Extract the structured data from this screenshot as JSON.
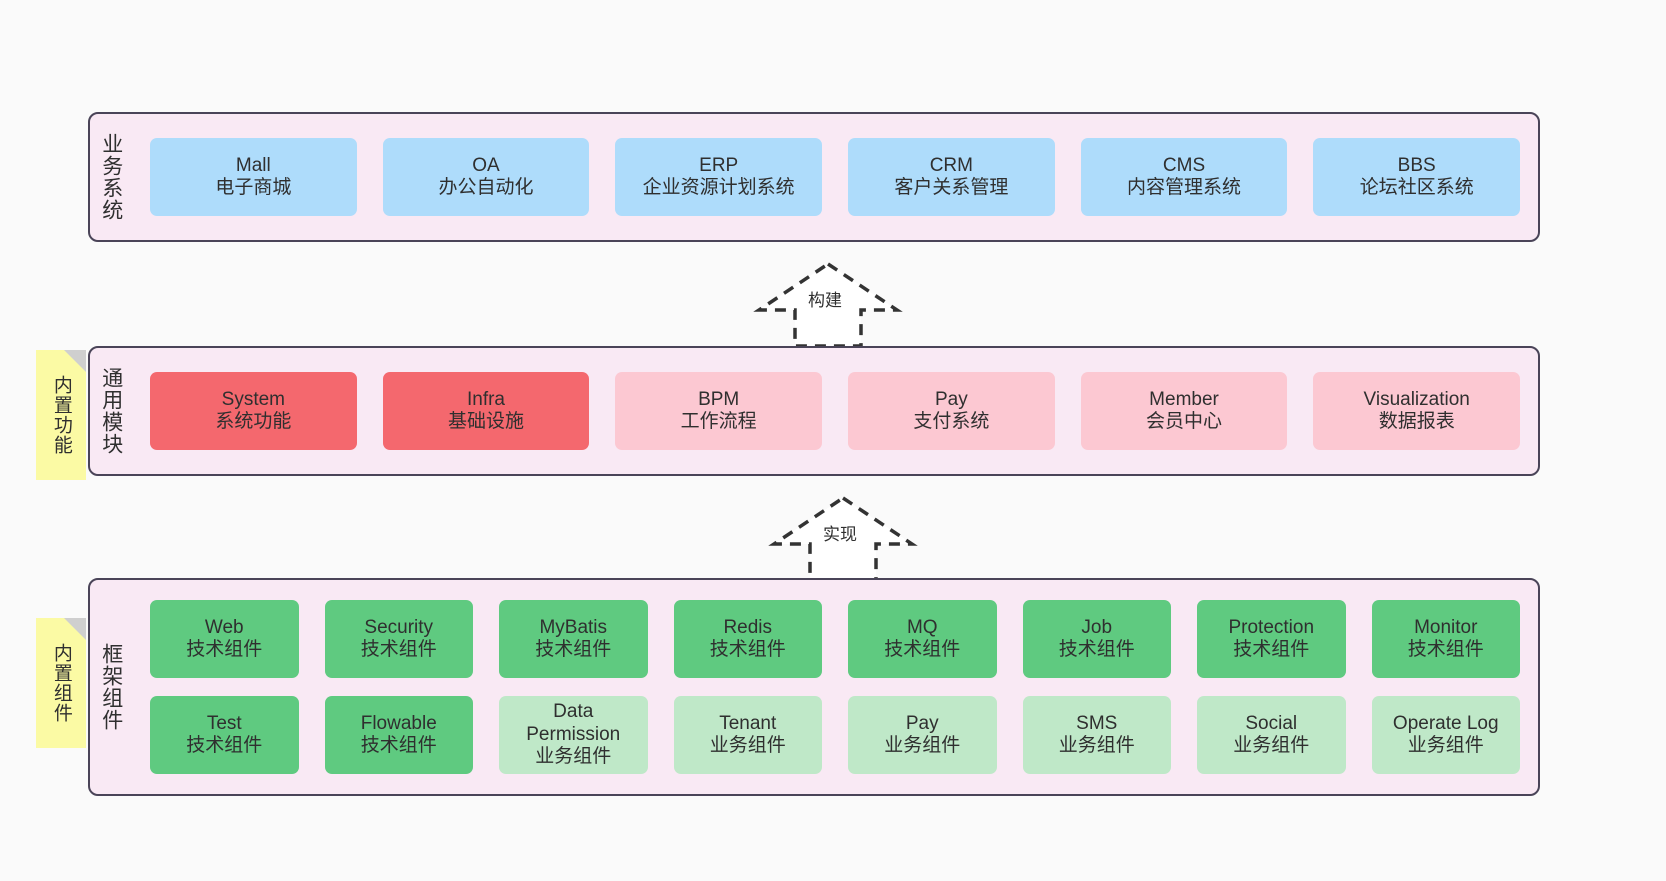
{
  "diagram": {
    "title_note_a": "内置功能",
    "title_note_b": "内置组件",
    "colors": {
      "panel_bg": "#f9e9f4",
      "panel_border": "#4a4458",
      "business_blue": "#aedcfb",
      "module_red": "#f4686e",
      "module_pink": "#fcc8d2",
      "tech_green": "#5fca80",
      "biz_green": "#bfe8c8",
      "note_yellow": "#fbfaa4",
      "page_bg": "#fafafa"
    }
  },
  "layers": {
    "business": {
      "label": "业务系统",
      "nodes": [
        {
          "en": "Mall",
          "cn": "电子商城"
        },
        {
          "en": "OA",
          "cn": "办公自动化"
        },
        {
          "en": "ERP",
          "cn": "企业资源计划系统"
        },
        {
          "en": "CRM",
          "cn": "客户关系管理"
        },
        {
          "en": "CMS",
          "cn": "内容管理系统"
        },
        {
          "en": "BBS",
          "cn": "论坛社区系统"
        }
      ]
    },
    "module": {
      "label": "通用模块",
      "note": "内置功能",
      "nodes": [
        {
          "en": "System",
          "cn": "系统功能",
          "tone": "red"
        },
        {
          "en": "Infra",
          "cn": "基础设施",
          "tone": "red"
        },
        {
          "en": "BPM",
          "cn": "工作流程",
          "tone": "pink"
        },
        {
          "en": "Pay",
          "cn": "支付系统",
          "tone": "pink"
        },
        {
          "en": "Member",
          "cn": "会员中心",
          "tone": "pink"
        },
        {
          "en": "Visualization",
          "cn": "数据报表",
          "tone": "pink"
        }
      ]
    },
    "framework": {
      "label": "框架组件",
      "note": "内置组件",
      "row1": [
        {
          "en": "Web",
          "cn": "技术组件",
          "tone": "tech"
        },
        {
          "en": "Security",
          "cn": "技术组件",
          "tone": "tech"
        },
        {
          "en": "MyBatis",
          "cn": "技术组件",
          "tone": "tech"
        },
        {
          "en": "Redis",
          "cn": "技术组件",
          "tone": "tech"
        },
        {
          "en": "MQ",
          "cn": "技术组件",
          "tone": "tech"
        },
        {
          "en": "Job",
          "cn": "技术组件",
          "tone": "tech"
        },
        {
          "en": "Protection",
          "cn": "技术组件",
          "tone": "tech"
        },
        {
          "en": "Monitor",
          "cn": "技术组件",
          "tone": "tech"
        }
      ],
      "row2": [
        {
          "en": "Test",
          "cn": "技术组件",
          "tone": "tech"
        },
        {
          "en": "Flowable",
          "cn": "技术组件",
          "tone": "tech"
        },
        {
          "en": "Data Permission",
          "cn": "业务组件",
          "tone": "biz"
        },
        {
          "en": "Tenant",
          "cn": "业务组件",
          "tone": "biz"
        },
        {
          "en": "Pay",
          "cn": "业务组件",
          "tone": "biz"
        },
        {
          "en": "SMS",
          "cn": "业务组件",
          "tone": "biz"
        },
        {
          "en": "Social",
          "cn": "业务组件",
          "tone": "biz"
        },
        {
          "en": "Operate Log",
          "cn": "业务组件",
          "tone": "biz"
        }
      ]
    }
  },
  "connectors": [
    {
      "label": "构建"
    },
    {
      "label": "实现"
    }
  ]
}
